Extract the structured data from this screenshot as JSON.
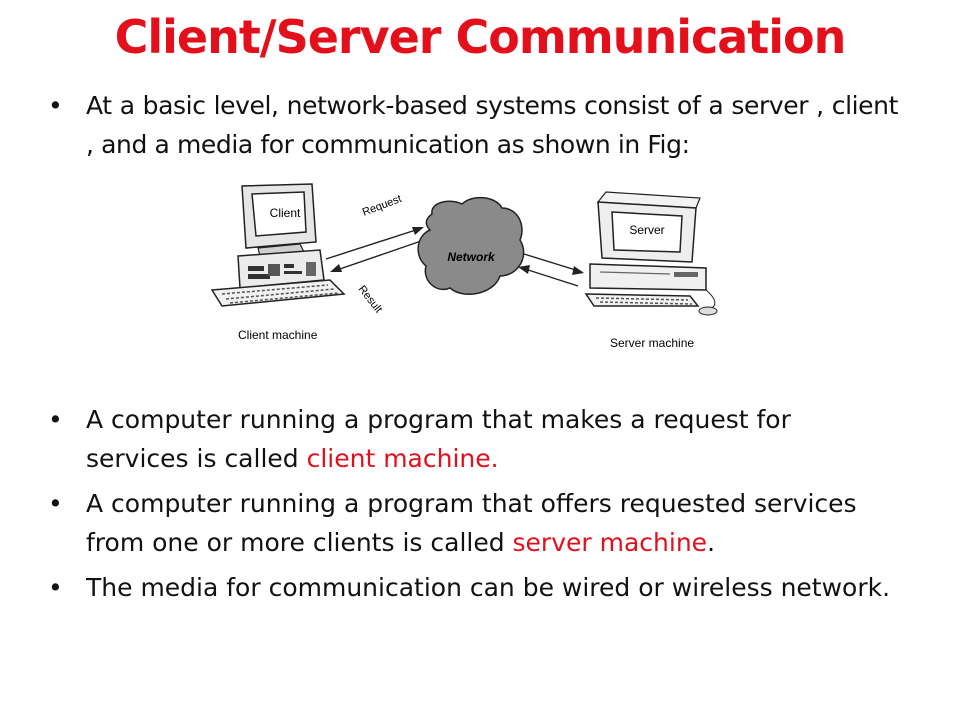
{
  "slide": {
    "title": "Client/Server Communication",
    "bullets": [
      {
        "text": "At a basic level, network-based systems consist of a server , client , and a media for communication as shown in Fig:"
      },
      {
        "text_before": "A computer running a program that makes a request for services is called ",
        "highlight": "client machine.",
        "text_after": ""
      },
      {
        "text_before": "A computer running a program that offers requested services from one or more clients is called ",
        "highlight": "server machine",
        "text_after": "."
      },
      {
        "text": "The media for communication can be wired or wireless network."
      }
    ],
    "bullet_symbol": "•",
    "colors": {
      "title": "#e3101c",
      "highlight": "#e3101c",
      "text": "#111111"
    }
  },
  "figure": {
    "client_screen_label": "Client",
    "server_screen_label": "Server",
    "network_label": "Network",
    "request_label": "Request",
    "result_label": "Result",
    "client_caption": "Client machine",
    "server_caption": "Server machine"
  }
}
